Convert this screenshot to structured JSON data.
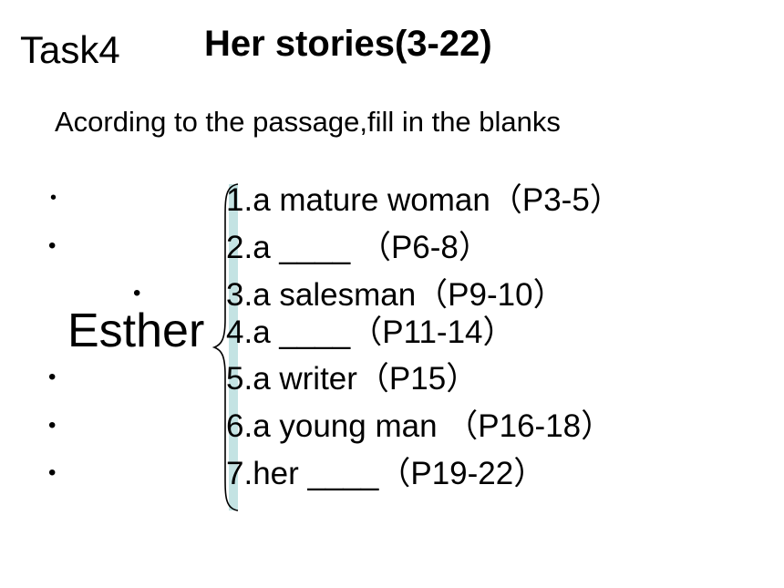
{
  "header": {
    "task_label": "Task4",
    "title": "Her stories(3-22)"
  },
  "instruction": "Acording to the passage,fill in the blanks",
  "subject": "Esther",
  "bullet_glyph": "•",
  "items": [
    "1.a  mature woman（P3-5）",
    "2.a ____ （P6-8）",
    "3.a  salesman（P9-10）",
    "4.a ____（P11-14）",
    "5.a writer（P15）",
    "6.a young man （P16-18）",
    "7.her ____（P19-22）"
  ],
  "colors": {
    "text": "#000000",
    "background": "#ffffff",
    "brace_highlight": "#c4e3e3"
  }
}
